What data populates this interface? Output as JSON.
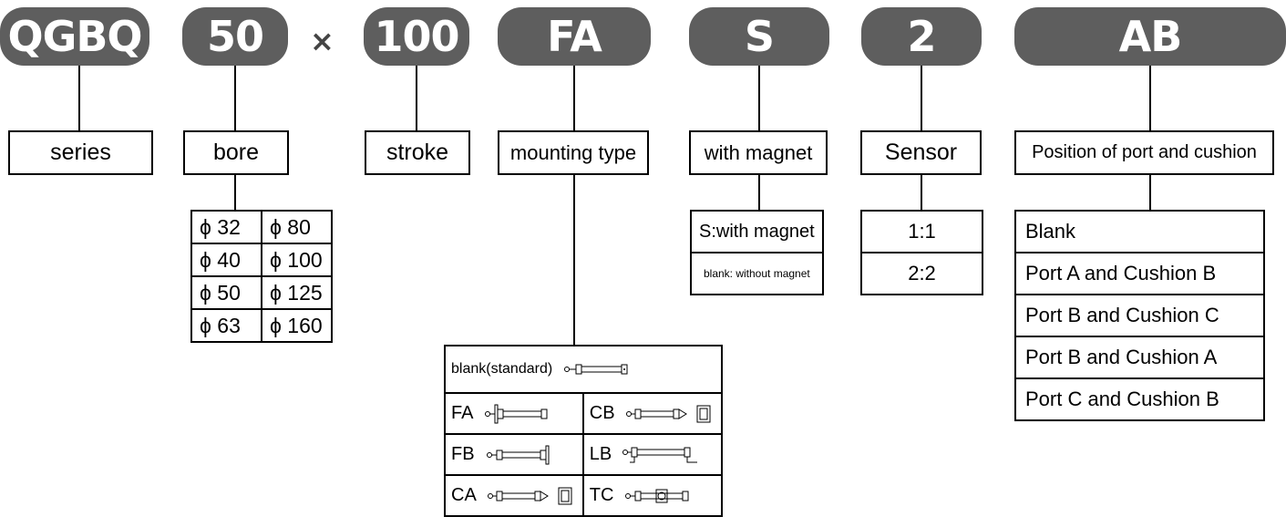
{
  "codes": {
    "series": "QGBQ",
    "bore": "50",
    "separator": "×",
    "stroke": "100",
    "mounting": "FA",
    "magnet": "S",
    "sensor": "2",
    "port": "AB"
  },
  "labels": {
    "series": "series",
    "bore": "bore",
    "stroke": "stroke",
    "mounting": "mounting type",
    "magnet": "with magnet",
    "sensor": "Sensor",
    "port": "Position of port and cushion"
  },
  "bore_options": [
    [
      "ϕ 32",
      "ϕ 80"
    ],
    [
      "ϕ 40",
      "ϕ 100"
    ],
    [
      "ϕ 50",
      "ϕ 125"
    ],
    [
      "ϕ 63",
      "ϕ 160"
    ]
  ],
  "magnet_options": [
    "S:with magnet",
    "blank: without magnet"
  ],
  "sensor_options": [
    "1:1",
    "2:2"
  ],
  "port_options": [
    "Blank",
    "Port A and Cushion B",
    "Port B and Cushion C",
    "Port B and Cushion A",
    "Port C and Cushion B"
  ],
  "mounting_options": {
    "standard": "blank(standard)",
    "grid": [
      [
        "FA",
        "CB"
      ],
      [
        "FB",
        "LB"
      ],
      [
        "CA",
        "TC"
      ]
    ]
  },
  "colors": {
    "pill": "#5e5e5e",
    "pill_text": "#ffffff",
    "line": "#000000"
  }
}
